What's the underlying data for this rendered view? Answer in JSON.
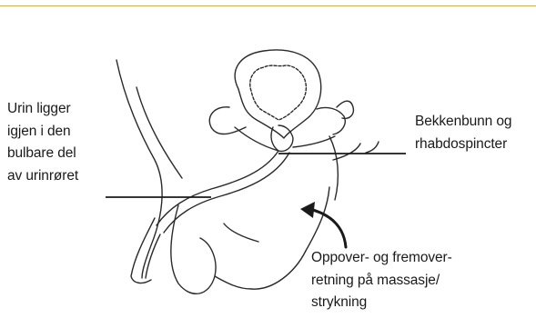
{
  "labels": {
    "urine": [
      "Urin ligger",
      "igjen i den",
      "bulbare del",
      "av urinrøret"
    ],
    "pelvic_floor": [
      "Bekkenbunn og",
      "rhabdospincter"
    ],
    "massage_direction": [
      "Oppover- og fremover-",
      "retning på massasje/",
      "strykning"
    ]
  },
  "colors": {
    "rule": "#c9b25a",
    "ink": "#1a1a1a"
  }
}
